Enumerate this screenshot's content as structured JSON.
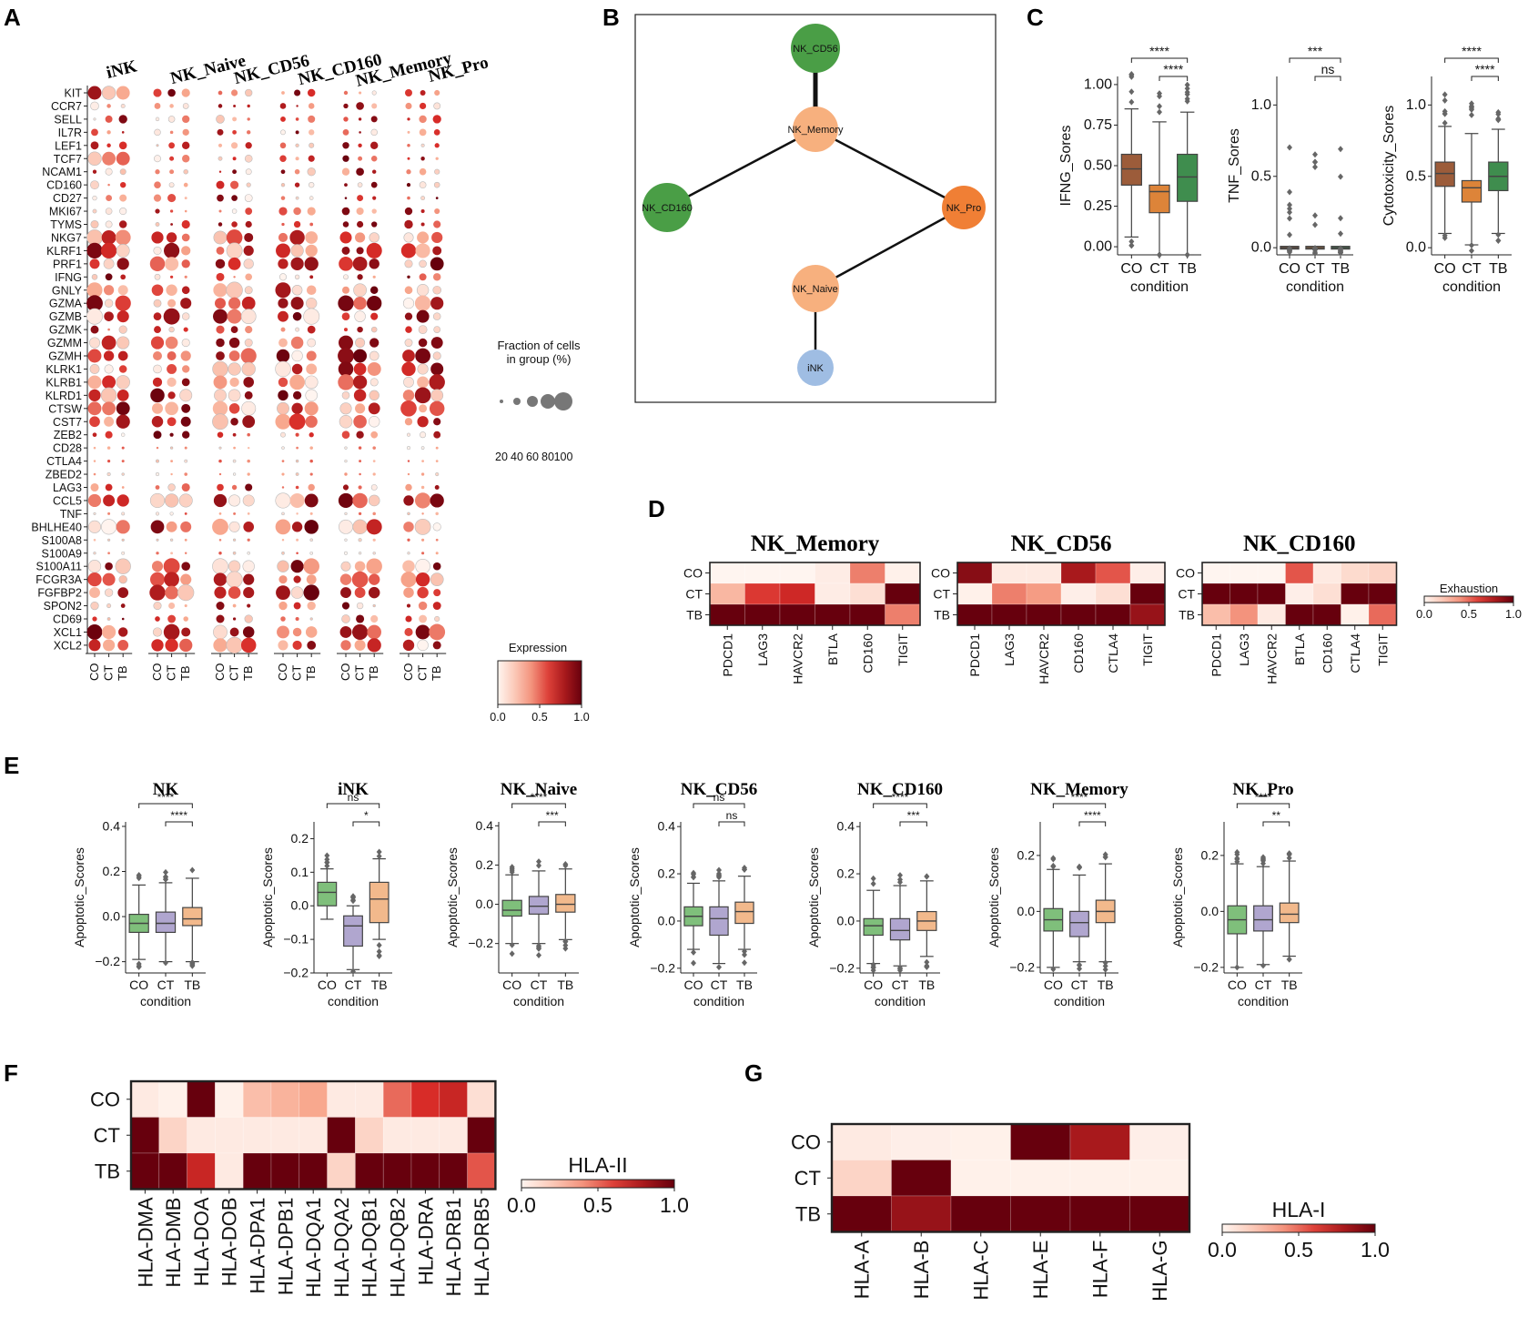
{
  "panel_labels": [
    "A",
    "B",
    "C",
    "D",
    "E",
    "F",
    "G"
  ],
  "conditions": [
    "CO",
    "CT",
    "TB"
  ],
  "chart_data": [
    {
      "id": "A",
      "type": "dotplot",
      "groups": [
        "iNK",
        "NK_Naive",
        "NK_CD56",
        "NK_CD160",
        "NK_Memory",
        "NK_Pro"
      ],
      "genes": [
        "KIT",
        "CCR7",
        "SELL",
        "IL7R",
        "LEF1",
        "TCF7",
        "NCAM1",
        "CD160",
        "CD27",
        "MKI67",
        "TYMS",
        "NKG7",
        "KLRF1",
        "PRF1",
        "IFNG",
        "GNLY",
        "GZMA",
        "GZMB",
        "GZMK",
        "GZMM",
        "GZMH",
        "KLRK1",
        "KLRB1",
        "KLRD1",
        "CTSW",
        "CST7",
        "ZEB2",
        "CD28",
        "CTLA4",
        "ZBED2",
        "LAG3",
        "CCL5",
        "TNF",
        "BHLHE40",
        "S100A8",
        "S100A9",
        "S100A11",
        "FCGR3A",
        "FGFBP2",
        "SPON2",
        "CD69",
        "XCL1",
        "XCL2"
      ],
      "size_legend_title": "Fraction of cells\nin group (%)",
      "size_legend_values": [
        "20",
        "40",
        "60",
        "80",
        "100"
      ],
      "color_legend_title": "Expression",
      "color_ticks": [
        "0.0",
        "0.5",
        "1.0"
      ]
    },
    {
      "id": "B",
      "type": "network",
      "nodes": [
        {
          "id": "NK_CD56",
          "color": "#4a9e46"
        },
        {
          "id": "NK_Memory",
          "color": "#f7b07e"
        },
        {
          "id": "NK_CD160",
          "color": "#4a9e46"
        },
        {
          "id": "NK_Pro",
          "color": "#f07f35"
        },
        {
          "id": "NK_Naive",
          "color": "#f7b07e"
        },
        {
          "id": "iNK",
          "color": "#9fbde3"
        }
      ],
      "edges": [
        [
          "NK_CD56",
          "NK_Memory",
          5
        ],
        [
          "NK_Memory",
          "NK_CD160",
          2.5
        ],
        [
          "NK_Memory",
          "NK_Pro",
          2.5
        ],
        [
          "NK_Pro",
          "NK_Naive",
          2.5
        ],
        [
          "NK_Naive",
          "iNK",
          2.5
        ]
      ]
    },
    {
      "id": "C",
      "type": "box",
      "xlabel": "condition",
      "categories": [
        "CO",
        "CT",
        "TB"
      ],
      "colors": [
        "#9c5c3a",
        "#dd8439",
        "#3f8d4e"
      ],
      "subplots": [
        {
          "ylabel": "IFNG_Sores",
          "yticks": [
            "0.00",
            "0.25",
            "0.50",
            "0.75",
            "1.00"
          ],
          "ylim": [
            -0.05,
            1.05
          ],
          "stats": [
            {
              "q1": 0.38,
              "med": 0.48,
              "q3": 0.57,
              "lo": 0.06,
              "hi": 0.85
            },
            {
              "q1": 0.21,
              "med": 0.34,
              "q3": 0.38,
              "lo": -0.05,
              "hi": 0.77
            },
            {
              "q1": 0.28,
              "med": 0.43,
              "q3": 0.57,
              "lo": -0.05,
              "hi": 0.83
            }
          ],
          "sig": [
            {
              "a": 0,
              "b": 2,
              "text": "****"
            },
            {
              "a": 1,
              "b": 2,
              "text": "****"
            }
          ]
        },
        {
          "ylabel": "TNF_Sores",
          "yticks": [
            "0.0",
            "0.5",
            "1.0"
          ],
          "ylim": [
            -0.05,
            1.2
          ],
          "stats": [
            {
              "q1": 0.0,
              "med": 0.0,
              "q3": 0.0,
              "lo": 0.0,
              "hi": 0.0
            },
            {
              "q1": 0.0,
              "med": 0.0,
              "q3": 0.0,
              "lo": 0.0,
              "hi": 0.0
            },
            {
              "q1": 0.0,
              "med": 0.0,
              "q3": 0.0,
              "lo": 0.0,
              "hi": 0.0
            }
          ],
          "sig": [
            {
              "a": 0,
              "b": 2,
              "text": "***"
            },
            {
              "a": 1,
              "b": 2,
              "text": "ns"
            }
          ]
        },
        {
          "ylabel": "Cytotoxicity_Sores",
          "yticks": [
            "0.0",
            "0.5",
            "1.0"
          ],
          "ylim": [
            -0.05,
            1.2
          ],
          "stats": [
            {
              "q1": 0.43,
              "med": 0.52,
              "q3": 0.6,
              "lo": 0.1,
              "hi": 0.85
            },
            {
              "q1": 0.32,
              "med": 0.42,
              "q3": 0.47,
              "lo": 0.02,
              "hi": 0.8
            },
            {
              "q1": 0.4,
              "med": 0.5,
              "q3": 0.6,
              "lo": 0.1,
              "hi": 0.83
            }
          ],
          "sig": [
            {
              "a": 0,
              "b": 2,
              "text": "****"
            },
            {
              "a": 1,
              "b": 2,
              "text": "****"
            }
          ]
        }
      ]
    },
    {
      "id": "D",
      "type": "heatmap",
      "rows": [
        "CO",
        "CT",
        "TB"
      ],
      "colorbar_label": "Exhaustion",
      "colorbar_ticks": [
        "0.0",
        "0.5",
        "1.0"
      ],
      "subplots": [
        {
          "title": "NK_Memory",
          "cols": [
            "PDCD1",
            "LAG3",
            "HAVCR2",
            "BTLA",
            "CD160",
            "TIGIT"
          ],
          "values": [
            [
              0,
              0,
              0,
              0.04,
              0.45,
              0.02
            ],
            [
              0.28,
              0.62,
              0.68,
              0.04,
              0.1,
              1
            ],
            [
              1,
              1,
              1,
              1,
              1,
              0.45
            ]
          ]
        },
        {
          "title": "NK_CD56",
          "cols": [
            "PDCD1",
            "LAG3",
            "HAVCR2",
            "CD160",
            "CTLA4",
            "TIGIT"
          ],
          "values": [
            [
              0.9,
              0.05,
              0.05,
              0.8,
              0.55,
              0.03
            ],
            [
              0.02,
              0.45,
              0.38,
              0.03,
              0.1,
              1
            ],
            [
              1,
              1,
              1,
              1,
              1,
              0.85
            ]
          ]
        },
        {
          "title": "NK_CD160",
          "cols": [
            "PDCD1",
            "LAG3",
            "HAVCR2",
            "BTLA",
            "CD160",
            "CTLA4",
            "TIGIT"
          ],
          "values": [
            [
              0,
              0,
              0,
              0.55,
              0.05,
              0.12,
              0.15
            ],
            [
              1,
              1,
              1,
              0.03,
              0.1,
              1,
              1
            ],
            [
              0.25,
              0.4,
              0.05,
              1,
              1,
              0.02,
              0.5
            ]
          ]
        }
      ]
    },
    {
      "id": "E",
      "type": "box",
      "ylabel": "Apoptotic_Scores",
      "xlabel": "condition",
      "categories": [
        "CO",
        "CT",
        "TB"
      ],
      "colors": [
        "#7fbf7b",
        "#b0a6cf",
        "#f2b98c"
      ],
      "subplots": [
        {
          "title": "NK",
          "yticks": [
            "−0.2",
            "0.0",
            "0.2",
            "0.4"
          ],
          "ylim": [
            -0.25,
            0.42
          ],
          "stats": [
            {
              "q1": -0.07,
              "med": -0.03,
              "q3": 0.01,
              "lo": -0.19,
              "hi": 0.14
            },
            {
              "q1": -0.07,
              "med": -0.03,
              "q3": 0.02,
              "lo": -0.2,
              "hi": 0.15
            },
            {
              "q1": -0.04,
              "med": -0.01,
              "q3": 0.04,
              "lo": -0.2,
              "hi": 0.17
            }
          ],
          "sig": [
            {
              "a": 0,
              "b": 2,
              "text": "****"
            },
            {
              "a": 1,
              "b": 2,
              "text": "****"
            }
          ]
        },
        {
          "title": "iNK",
          "yticks": [
            "−0.2",
            "−0.1",
            "0.0",
            "0.1",
            "0.2"
          ],
          "ylim": [
            -0.2,
            0.25
          ],
          "stats": [
            {
              "q1": 0.0,
              "med": 0.04,
              "q3": 0.07,
              "lo": -0.04,
              "hi": 0.11
            },
            {
              "q1": -0.12,
              "med": -0.06,
              "q3": -0.03,
              "lo": -0.19,
              "hi": 0.0
            },
            {
              "q1": -0.05,
              "med": 0.02,
              "q3": 0.07,
              "lo": -0.1,
              "hi": 0.14
            }
          ],
          "sig": [
            {
              "a": 0,
              "b": 2,
              "text": "ns"
            },
            {
              "a": 1,
              "b": 2,
              "text": "*"
            }
          ]
        },
        {
          "title": "NK_Naive",
          "yticks": [
            "−0.2",
            "0.0",
            "0.2",
            "0.4"
          ],
          "ylim": [
            -0.35,
            0.42
          ],
          "stats": [
            {
              "q1": -0.06,
              "med": -0.03,
              "q3": 0.02,
              "lo": -0.2,
              "hi": 0.15
            },
            {
              "q1": -0.05,
              "med": -0.01,
              "q3": 0.04,
              "lo": -0.2,
              "hi": 0.17
            },
            {
              "q1": -0.04,
              "med": 0.0,
              "q3": 0.05,
              "lo": -0.18,
              "hi": 0.18
            }
          ],
          "sig": [
            {
              "a": 0,
              "b": 2,
              "text": "****"
            },
            {
              "a": 1,
              "b": 2,
              "text": "***"
            }
          ]
        },
        {
          "title": "NK_CD56",
          "yticks": [
            "−0.2",
            "0.0",
            "0.2",
            "0.4"
          ],
          "ylim": [
            -0.22,
            0.42
          ],
          "stats": [
            {
              "q1": -0.02,
              "med": 0.02,
              "q3": 0.06,
              "lo": -0.12,
              "hi": 0.16
            },
            {
              "q1": -0.06,
              "med": 0.01,
              "q3": 0.06,
              "lo": -0.18,
              "hi": 0.17
            },
            {
              "q1": -0.01,
              "med": 0.04,
              "q3": 0.08,
              "lo": -0.12,
              "hi": 0.19
            }
          ],
          "sig": [
            {
              "a": 0,
              "b": 2,
              "text": "ns"
            },
            {
              "a": 1,
              "b": 2,
              "text": "ns"
            }
          ]
        },
        {
          "title": "NK_CD160",
          "yticks": [
            "−0.2",
            "0.0",
            "0.2",
            "0.4"
          ],
          "ylim": [
            -0.22,
            0.42
          ],
          "stats": [
            {
              "q1": -0.06,
              "med": -0.02,
              "q3": 0.01,
              "lo": -0.18,
              "hi": 0.13
            },
            {
              "q1": -0.08,
              "med": -0.04,
              "q3": 0.01,
              "lo": -0.19,
              "hi": 0.15
            },
            {
              "q1": -0.04,
              "med": 0.0,
              "q3": 0.04,
              "lo": -0.15,
              "hi": 0.17
            }
          ],
          "sig": [
            {
              "a": 0,
              "b": 2,
              "text": "****"
            },
            {
              "a": 1,
              "b": 2,
              "text": "***"
            }
          ]
        },
        {
          "title": "NK_Memory",
          "yticks": [
            "−0.2",
            "0.0",
            "0.2"
          ],
          "ylim": [
            -0.22,
            0.32
          ],
          "stats": [
            {
              "q1": -0.07,
              "med": -0.03,
              "q3": 0.01,
              "lo": -0.2,
              "hi": 0.15
            },
            {
              "q1": -0.09,
              "med": -0.04,
              "q3": 0.0,
              "lo": -0.18,
              "hi": 0.13
            },
            {
              "q1": -0.04,
              "med": 0.0,
              "q3": 0.04,
              "lo": -0.18,
              "hi": 0.17
            }
          ],
          "sig": [
            {
              "a": 0,
              "b": 2,
              "text": "****"
            },
            {
              "a": 1,
              "b": 2,
              "text": "****"
            }
          ]
        },
        {
          "title": "NK_Pro",
          "yticks": [
            "−0.2",
            "0.0",
            "0.2"
          ],
          "ylim": [
            -0.22,
            0.32
          ],
          "stats": [
            {
              "q1": -0.08,
              "med": -0.03,
              "q3": 0.02,
              "lo": -0.2,
              "hi": 0.17
            },
            {
              "q1": -0.07,
              "med": -0.03,
              "q3": 0.02,
              "lo": -0.19,
              "hi": 0.16
            },
            {
              "q1": -0.04,
              "med": -0.01,
              "q3": 0.03,
              "lo": -0.16,
              "hi": 0.18
            }
          ],
          "sig": [
            {
              "a": 0,
              "b": 2,
              "text": "****"
            },
            {
              "a": 1,
              "b": 2,
              "text": "**"
            }
          ]
        }
      ]
    },
    {
      "id": "F",
      "type": "heatmap",
      "rows": [
        "CO",
        "CT",
        "TB"
      ],
      "cols": [
        "HLA-DMA",
        "HLA-DMB",
        "HLA-DOA",
        "HLA-DOB",
        "HLA-DPA1",
        "HLA-DPB1",
        "HLA-DQA1",
        "HLA-DQA2",
        "HLA-DQB1",
        "HLA-DQB2",
        "HLA-DRA",
        "HLA-DRB1",
        "HLA-DRB5"
      ],
      "values": [
        [
          0.05,
          0.02,
          1,
          0.02,
          0.25,
          0.3,
          0.35,
          0.05,
          0.05,
          0.5,
          0.65,
          0.7,
          0.1
        ],
        [
          1,
          0.15,
          0.05,
          0.05,
          0.05,
          0.05,
          0.05,
          1,
          0.15,
          0.05,
          0.05,
          0.05,
          1
        ],
        [
          1,
          1,
          0.7,
          0.05,
          1,
          1,
          1,
          0.15,
          1,
          1,
          1,
          1,
          0.55
        ]
      ],
      "colorbar_label": "HLA-II",
      "colorbar_ticks": [
        "0.0",
        "0.5",
        "1.0"
      ]
    },
    {
      "id": "G",
      "type": "heatmap",
      "rows": [
        "CO",
        "CT",
        "TB"
      ],
      "cols": [
        "HLA-A",
        "HLA-B",
        "HLA-C",
        "HLA-E",
        "HLA-F",
        "HLA-G"
      ],
      "values": [
        [
          0.05,
          0.03,
          0.02,
          1,
          0.8,
          0.03
        ],
        [
          0.15,
          1,
          0.02,
          0.02,
          0.02,
          0.02
        ],
        [
          1,
          0.85,
          1,
          1,
          1,
          1
        ]
      ],
      "colorbar_label": "HLA-I",
      "colorbar_ticks": [
        "0.0",
        "0.5",
        "1.0"
      ]
    }
  ]
}
